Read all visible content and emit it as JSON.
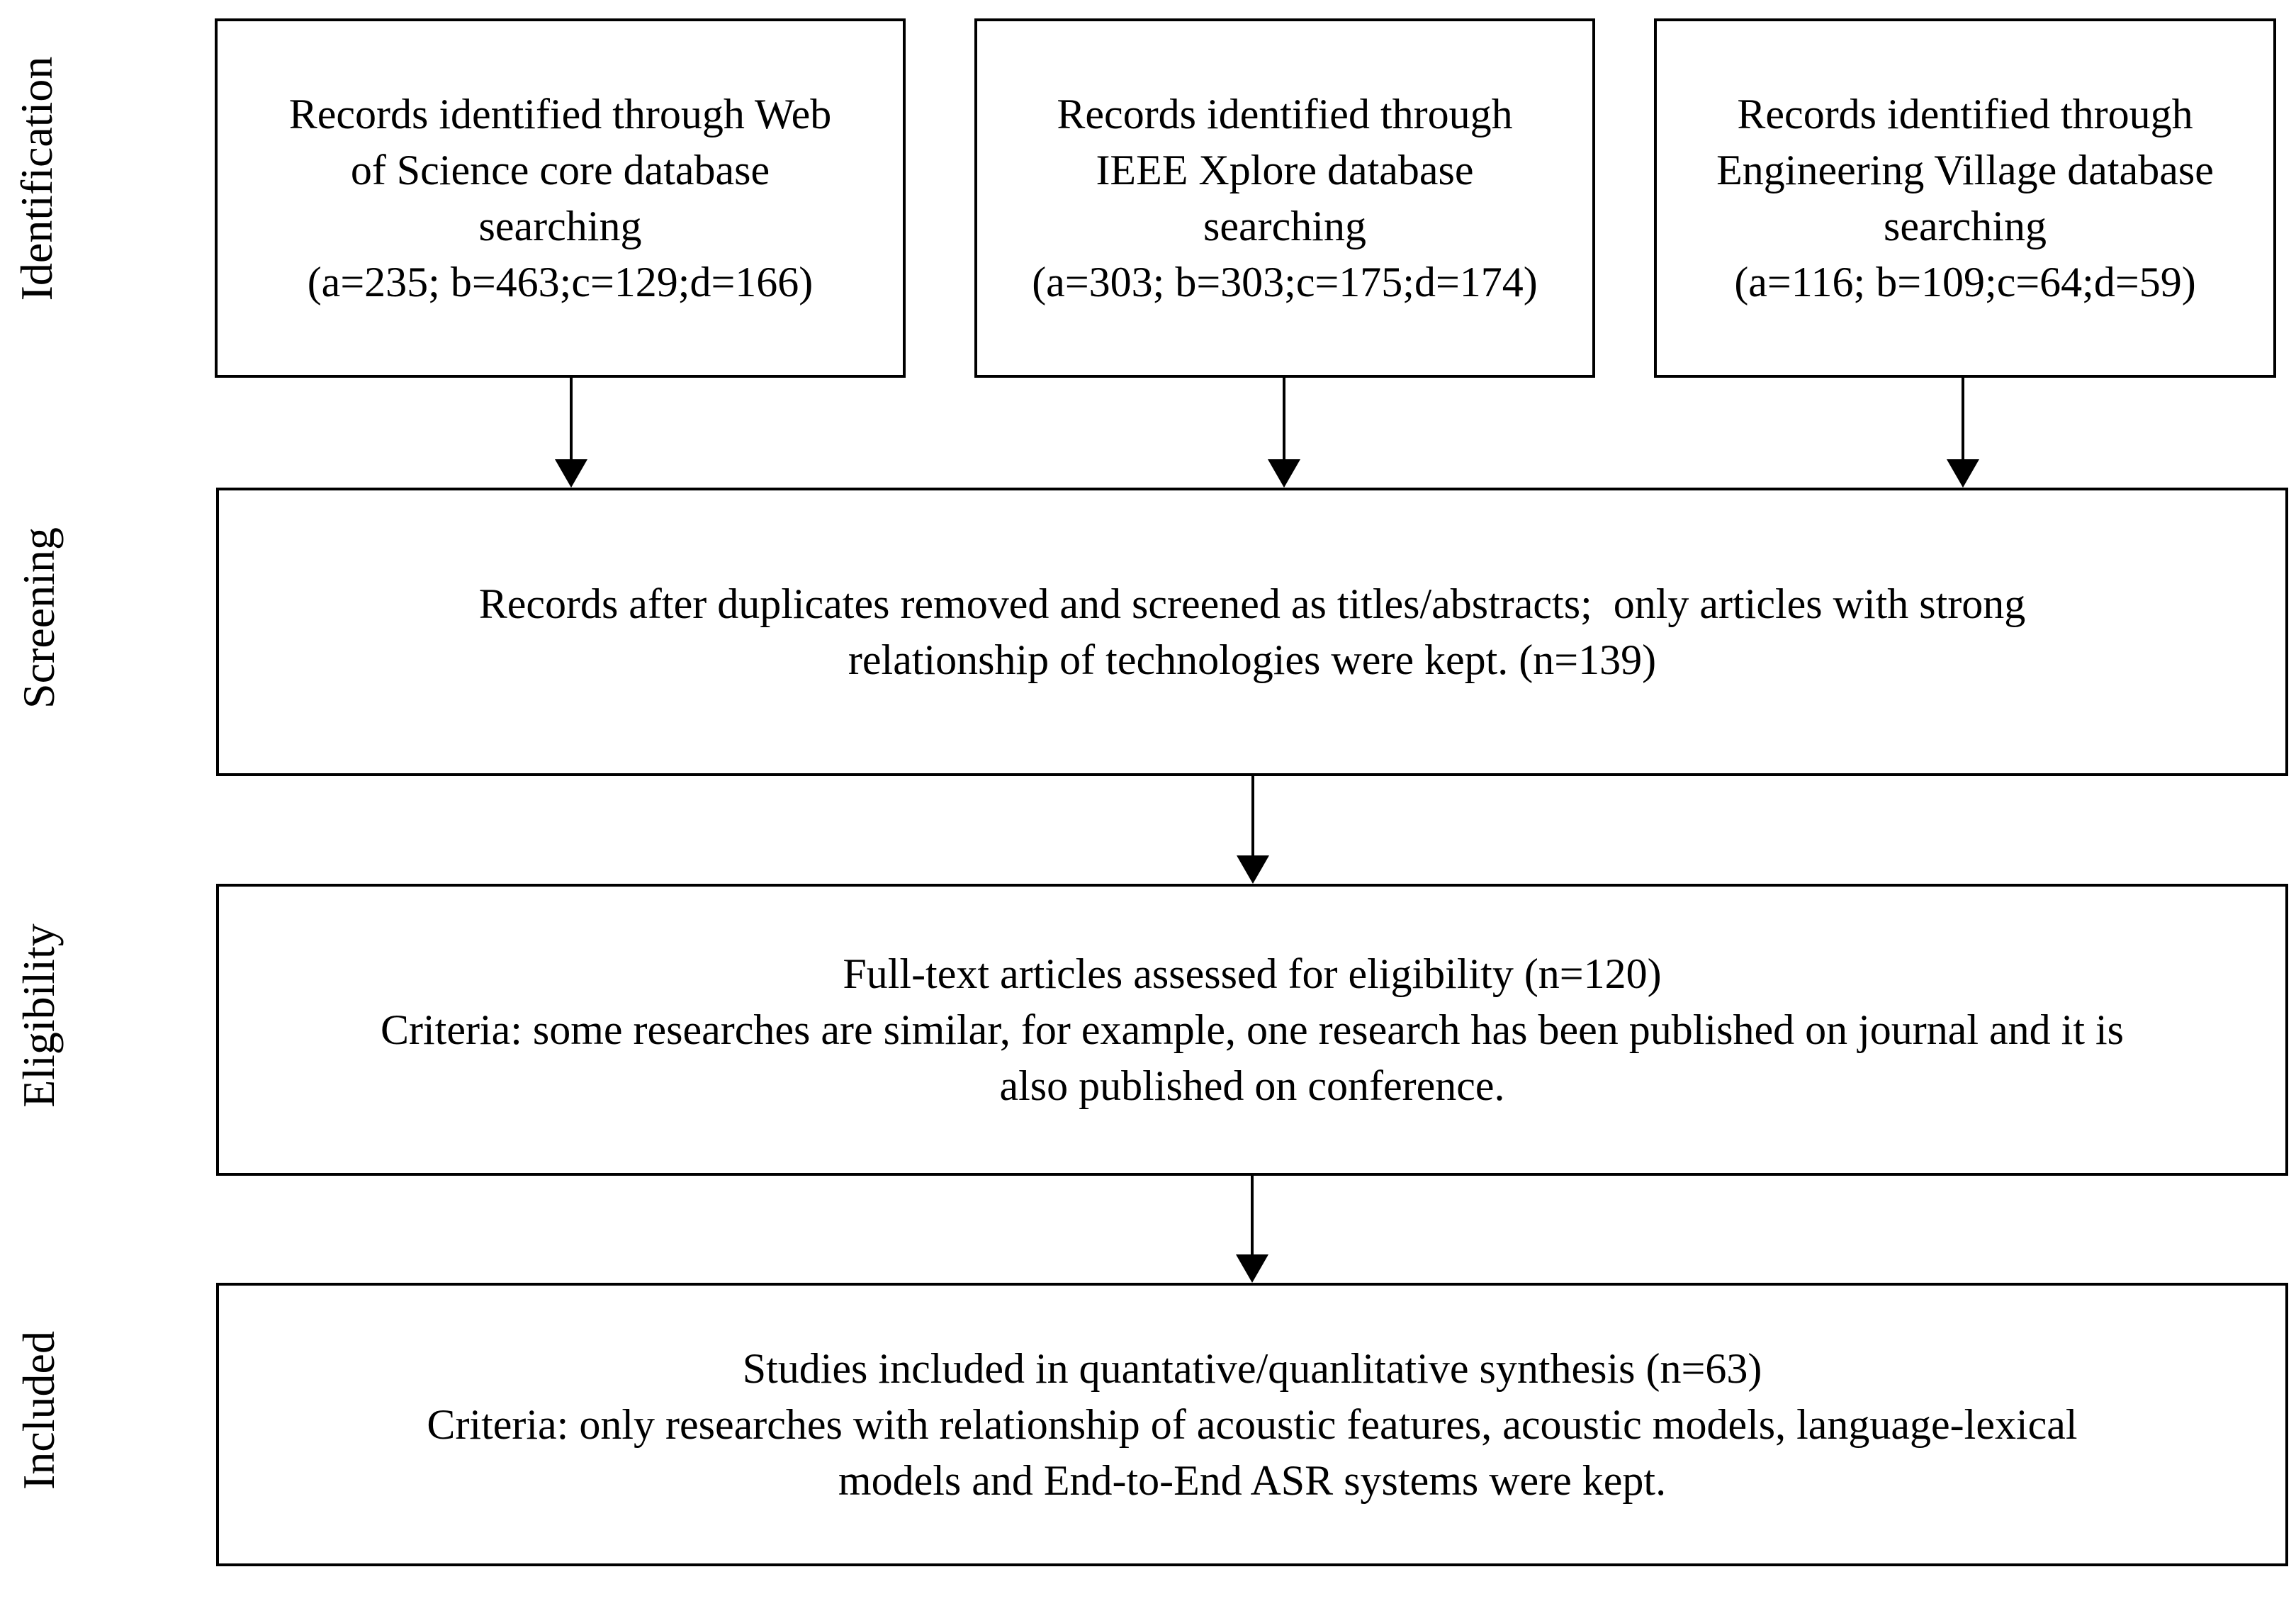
{
  "colors": {
    "ink": "#000000",
    "paper": "#ffffff"
  },
  "stages": [
    {
      "label": "Identification"
    },
    {
      "label": "Screening"
    },
    {
      "label": "Eligibility"
    },
    {
      "label": "Included"
    }
  ],
  "identification_boxes": [
    {
      "text": "Records identified through Web\nof Science core database\nsearching\n(a=235; b=463;c=129;d=166)"
    },
    {
      "text": "Records identified through\nIEEE Xplore database\nsearching\n(a=303; b=303;c=175;d=174)"
    },
    {
      "text": "Records identified through\nEngineering Village database\nsearching\n(a=116; b=109;c=64;d=59)"
    }
  ],
  "screening_box": {
    "text": "Records after duplicates removed and screened as titles/abstracts;  only articles with strong\nrelationship of technologies were kept. (n=139)"
  },
  "eligibility_box": {
    "text": "Full-text articles assessed for eligibility (n=120)\nCriteria: some researches are similar, for example, one research has been published on journal and it is\nalso published on conference."
  },
  "included_box": {
    "text": "Studies included in quantative/quanlitative synthesis (n=63)\nCriteria: only researches with relationship of acoustic features, acoustic models, language-lexical\nmodels and End-to-End ASR systems were kept."
  }
}
